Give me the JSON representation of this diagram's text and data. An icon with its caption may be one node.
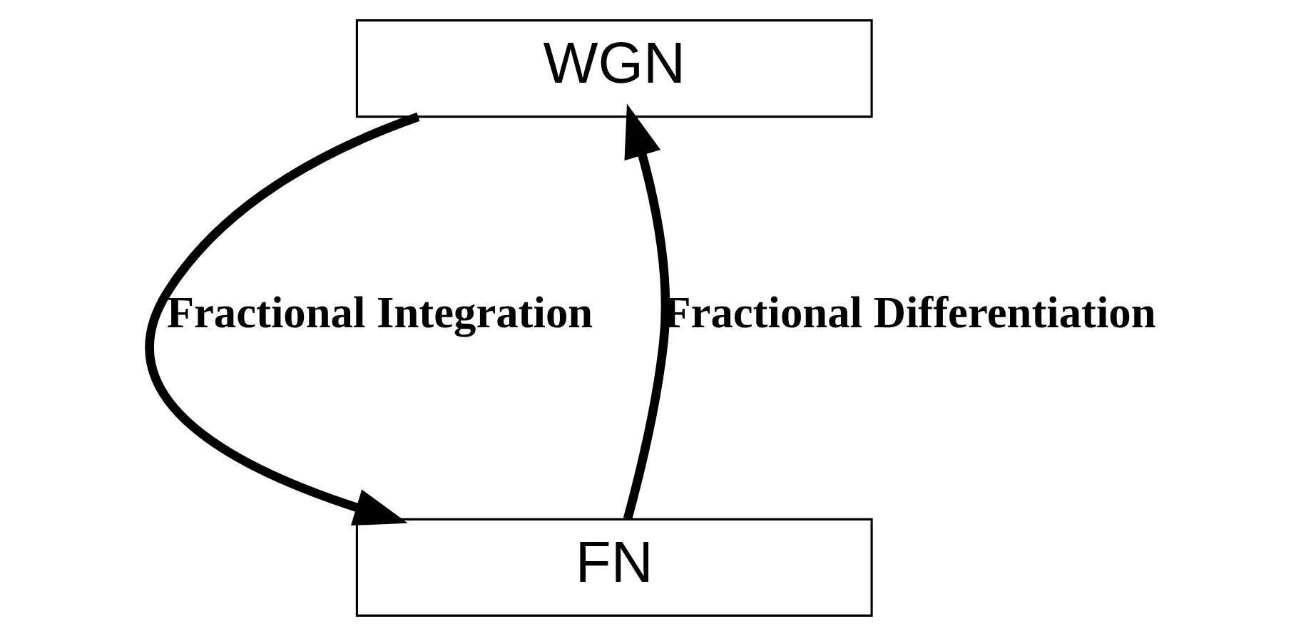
{
  "diagram": {
    "nodes": [
      {
        "text": [
          "WGN"
        ]
      },
      {
        "text": [
          "FN"
        ]
      }
    ],
    "edges": [
      {
        "from": 0,
        "to": 1,
        "arrow": "to",
        "label": "Fractional Integration"
      },
      {
        "from": 1,
        "to": 0,
        "arrow": "to",
        "label": "Fractional Differentiation"
      }
    ]
  }
}
